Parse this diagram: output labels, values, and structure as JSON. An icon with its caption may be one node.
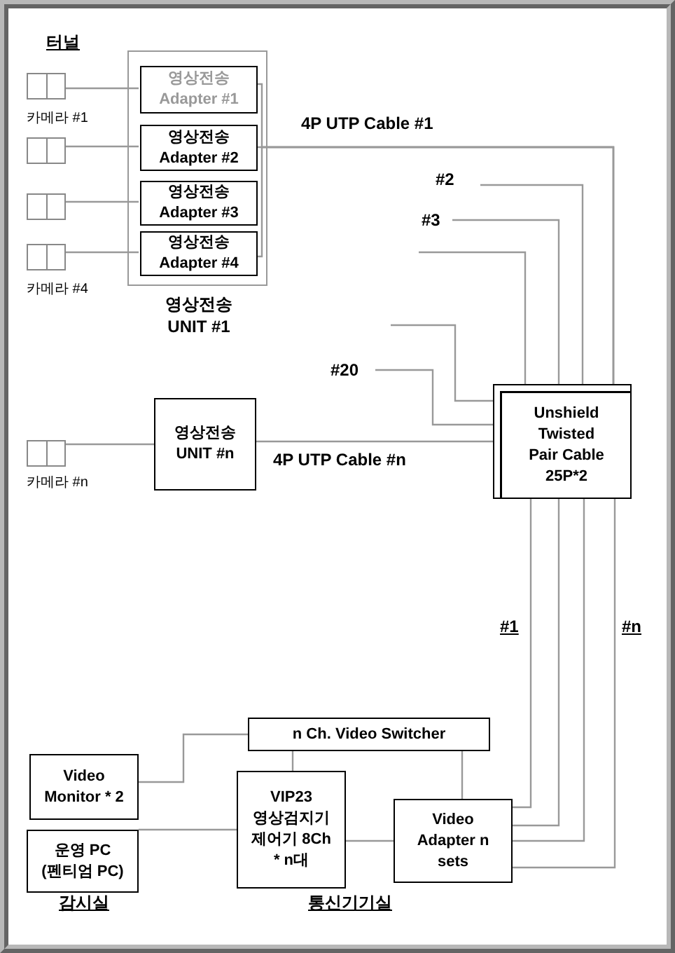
{
  "diagram": {
    "nodes": [
      {
        "text": [
          "영상전송 UNIT #1"
        ]
      },
      {
        "text": [
          "영상전송 Adapter #1"
        ],
        "in": 0
      },
      {
        "text": [
          "영상전송 Adapter #2"
        ],
        "in": 0
      },
      {
        "text": [
          "영상전송 Adapter #3"
        ],
        "in": 0
      },
      {
        "text": [
          "영상전송 Adapter #4"
        ],
        "in": 0
      },
      {
        "text": [],
        "shape": "box",
        "beside": [
          "카메라 #1"
        ]
      },
      {
        "text": [],
        "shape": "box"
      },
      {
        "text": [],
        "shape": "box"
      },
      {
        "text": [],
        "shape": "box",
        "beside": [
          "카메라 #4"
        ]
      },
      {
        "text": [],
        "shape": "box",
        "beside": [
          "카메라 #n"
        ]
      },
      {
        "text": [
          "영상전송 UNIT #n"
        ]
      },
      {
        "text": [
          "Unshield Twisted Pair Cable 25P*2"
        ]
      },
      {
        "text": [
          "n Ch. Video Switcher"
        ]
      },
      {
        "text": [
          "Video Monitor * 2"
        ]
      },
      {
        "text": [
          "VIP23 영상검지기 제어기 8Ch * n대"
        ]
      },
      {
        "text": [
          "Video Adapter n sets"
        ]
      },
      {
        "text": [
          "운영 PC (펜티엄 PC)"
        ]
      }
    ],
    "edges": [
      {
        "from": 5,
        "to": 1,
        "arrow": "none"
      },
      {
        "from": 6,
        "to": 2,
        "arrow": "none"
      },
      {
        "from": 7,
        "to": 3,
        "arrow": "none"
      },
      {
        "from": 8,
        "to": 4,
        "arrow": "none"
      },
      {
        "from": 1,
        "to": 11,
        "arrow": "none"
      },
      {
        "from": 2,
        "to": 11,
        "arrow": "none",
        "label": "4P UTP Cable #1"
      },
      {
        "from": 4,
        "to": 11,
        "arrow": "none"
      },
      {
        "from": null,
        "to": 11,
        "arrow": "none",
        "label": "#2"
      },
      {
        "from": null,
        "to": 11,
        "arrow": "none",
        "label": "#3"
      },
      {
        "from": null,
        "to": 11,
        "arrow": "none"
      },
      {
        "from": null,
        "to": 11,
        "arrow": "none"
      },
      {
        "from": null,
        "to": 11,
        "arrow": "none",
        "label": "#20"
      },
      {
        "from": 9,
        "to": 10,
        "arrow": "none"
      },
      {
        "from": 10,
        "to": 11,
        "arrow": "none",
        "label": "4P UTP Cable #n"
      },
      {
        "from": 11,
        "to": 15,
        "arrow": "none",
        "label": "#1"
      },
      {
        "from": 11,
        "to": 15,
        "arrow": "none"
      },
      {
        "from": 11,
        "to": 15,
        "arrow": "none"
      },
      {
        "from": 11,
        "to": 15,
        "arrow": "none",
        "label": "#n"
      },
      {
        "from": 13,
        "to": 12,
        "arrow": "none"
      },
      {
        "from": 14,
        "to": 12,
        "arrow": "none"
      },
      {
        "from": 12,
        "to": 15,
        "arrow": "none"
      },
      {
        "from": 16,
        "to": 14,
        "arrow": "none"
      },
      {
        "from": 14,
        "to": 15,
        "arrow": "none"
      }
    ],
    "labels": [
      "터널",
      "감시실",
      "통신기기실"
    ]
  }
}
